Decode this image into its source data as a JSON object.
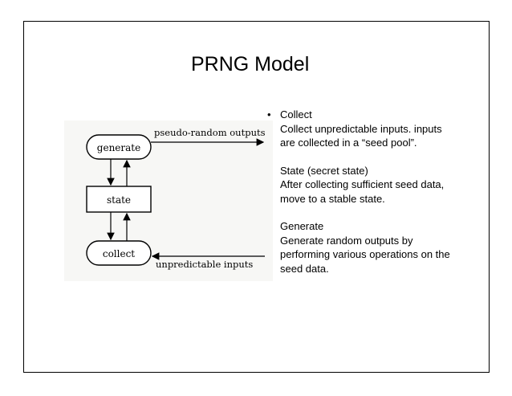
{
  "slide": {
    "title": "PRNG Model"
  },
  "diagram": {
    "boxes": {
      "generate": "generate",
      "state": "state",
      "collect": "collect"
    },
    "labels": {
      "outputs": "pseudo-random outputs",
      "inputs": "unpredictable inputs"
    }
  },
  "bullets": {
    "bullet_symbol": "•",
    "collect_heading": "Collect",
    "collect_text": "Collect unpredictable inputs. inputs are collected in a “seed pool”.",
    "state_heading": "State (secret state)",
    "state_text": "After collecting sufficient seed data, move to a stable state.",
    "generate_heading": "Generate",
    "generate_text": "Generate random outputs by performing various operations on the seed data."
  }
}
